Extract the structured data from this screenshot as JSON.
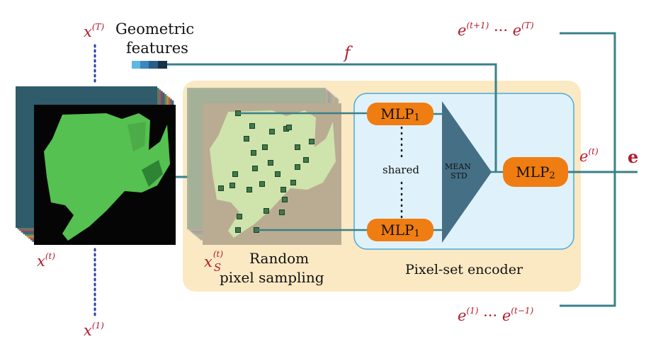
{
  "labels": {
    "x_T": "x",
    "x_T_sup": "(T)",
    "x_t": "x",
    "x_t_sup": "(t)",
    "x_1": "x",
    "x_1_sup": "(1)",
    "geometric_line1": "Geometric",
    "geometric_line2": "features",
    "f": "f",
    "e_top_a": "e",
    "e_top_a_sup": "(t+1)",
    "e_top_dots": " ··· ",
    "e_top_b": "e",
    "e_top_b_sup": "(T)",
    "e_bot_a": "e",
    "e_bot_a_sup": "(1)",
    "e_bot_dots": " ··· ",
    "e_bot_b": "e",
    "e_bot_b_sup": "(t−1)",
    "e_t": "e",
    "e_t_sup": "(t)",
    "e_out": "e",
    "xs": "x",
    "xs_sub": "S",
    "xs_sup": "(t)",
    "random_line1": "Random",
    "random_line2": "pixel sampling",
    "shared": "shared",
    "mean": "MEAN",
    "std": "STD",
    "mlp1_top": "MLP",
    "mlp1_top_sub": "1",
    "mlp1_bottom": "MLP",
    "mlp1_bottom_sub": "1",
    "mlp2": "MLP",
    "mlp2_sub": "2",
    "encoder": "Pixel-set encoder"
  },
  "colors": {
    "teal": "#3a8088",
    "dotted_blue": "#2c3fa6",
    "sampling_panel": "#fbe9c4",
    "encoder_panel": "#dff2fb",
    "encoder_border": "#4ba9d8",
    "mlp": "#f07d12",
    "triangle": "#456f85",
    "label_red": "#b01c2e",
    "image_field": "#55c150",
    "image_bg": "#050505"
  }
}
